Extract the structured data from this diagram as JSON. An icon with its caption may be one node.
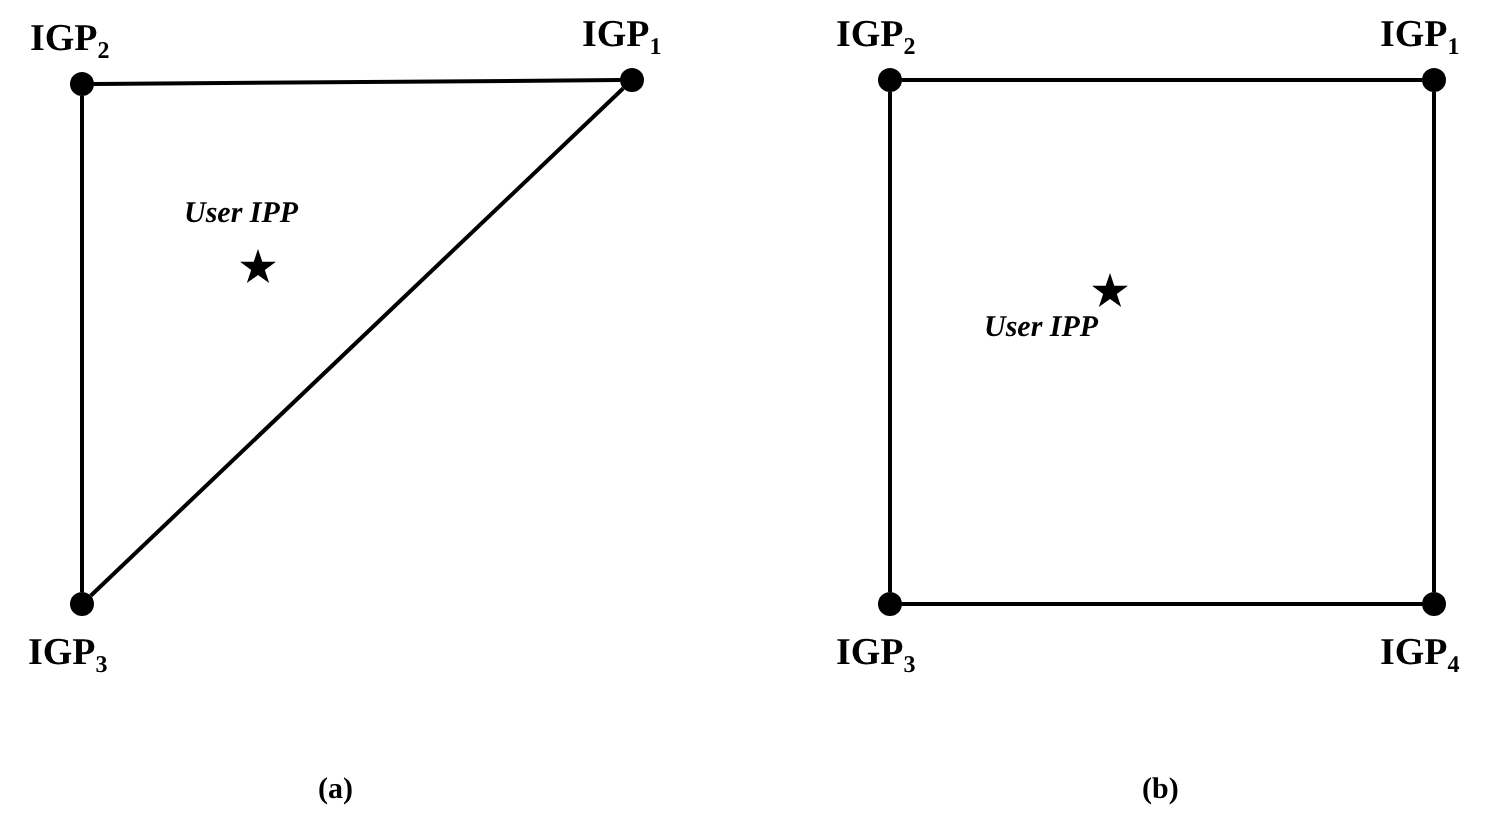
{
  "diagram": {
    "nodes": [
      {
        "text": [],
        "shape": "circle",
        "beside": [
          "IGP$_{2}$"
        ]
      },
      {
        "text": [],
        "shape": "circle",
        "beside": [
          "IGP$_{1}$"
        ]
      },
      {
        "text": [],
        "shape": "circle",
        "beside": [
          "IGP$_{3}$"
        ]
      },
      {
        "text": [],
        "shape": "circle",
        "beside": [
          "IGP$_{2}$"
        ]
      },
      {
        "text": [],
        "shape": "circle",
        "beside": [
          "IGP$_{1}$"
        ]
      },
      {
        "text": [],
        "shape": "circle",
        "beside": [
          "IGP$_{3}$"
        ]
      },
      {
        "text": [],
        "shape": "circle",
        "beside": [
          "IGP$_{4}$"
        ]
      }
    ],
    "edges": [
      {
        "from": 0,
        "to": 1,
        "arrow": "none"
      },
      {
        "from": 1,
        "to": 2,
        "arrow": "none"
      },
      {
        "from": 0,
        "to": 2,
        "arrow": "none"
      },
      {
        "from": 3,
        "to": 4,
        "arrow": "none"
      },
      {
        "from": 4,
        "to": 6,
        "arrow": "none"
      },
      {
        "from": 5,
        "to": 6,
        "arrow": "none"
      },
      {
        "from": 3,
        "to": 5,
        "arrow": "none"
      }
    ],
    "labels": [
      "User IPP",
      "User IPP",
      "(a)",
      "(b)"
    ]
  }
}
